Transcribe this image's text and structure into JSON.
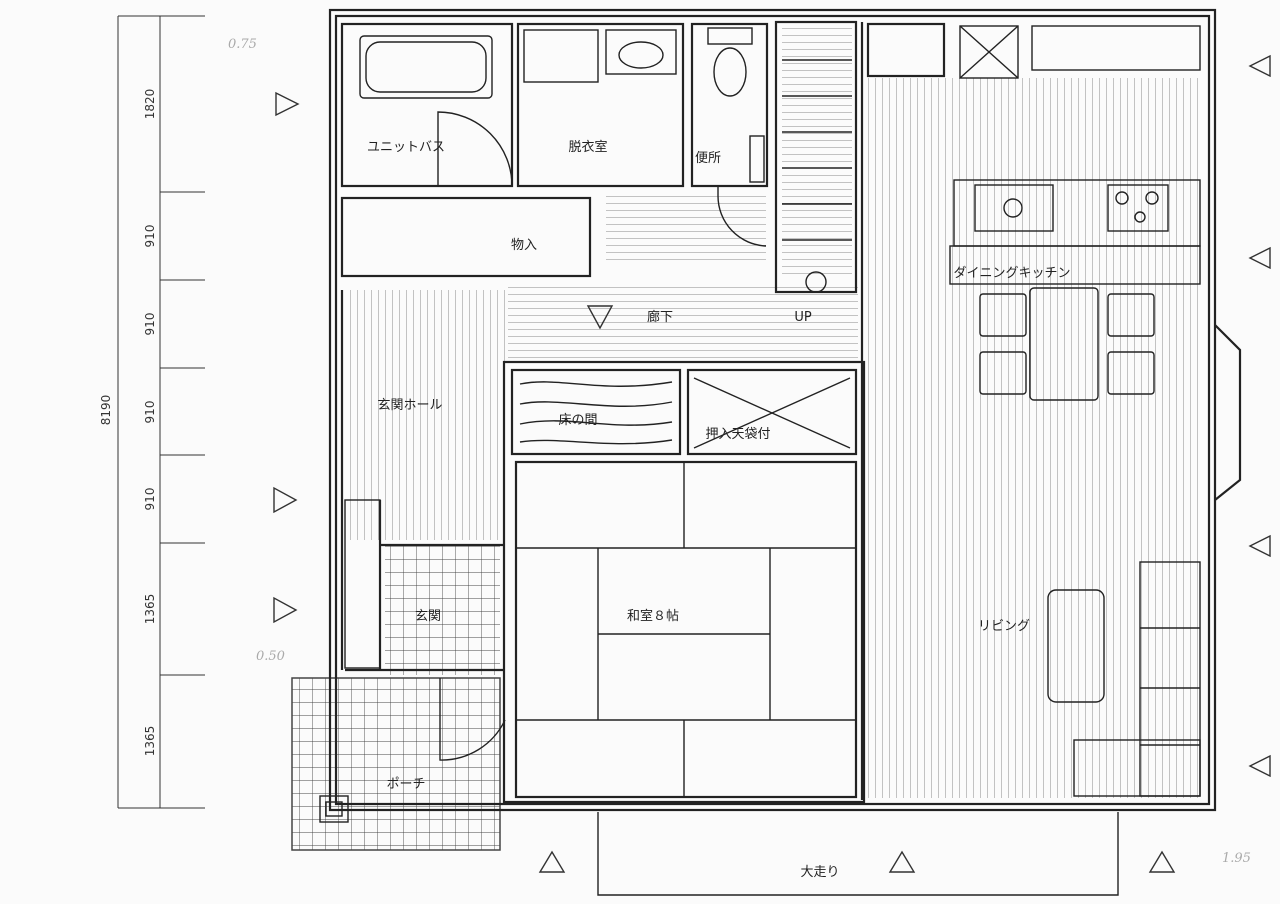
{
  "rooms": {
    "unit_bath": "ユニットバス",
    "dressing": "脱衣室",
    "toilet": "便所",
    "storage": "物入",
    "corridor": "廊下",
    "stair_up": "UP",
    "dining_kitchen": "ダイニングキッチン",
    "entrance_hall": "玄関ホール",
    "tokonoma": "床の間",
    "closet": "押入天袋付",
    "washitsu": "和室８帖",
    "living": "リビング",
    "genkan": "玄関",
    "porch": "ポーチ",
    "veranda": "大走り"
  },
  "dimensions": {
    "total": "8190",
    "segments": [
      "1820",
      "910",
      "910",
      "910",
      "910",
      "1365",
      "1365"
    ]
  },
  "handwritten": {
    "top": "0.75",
    "left": "0.50",
    "right": "1.95"
  },
  "colors": {
    "ink": "#222222",
    "tile": "#444444",
    "paper": "#fbfbfb"
  }
}
